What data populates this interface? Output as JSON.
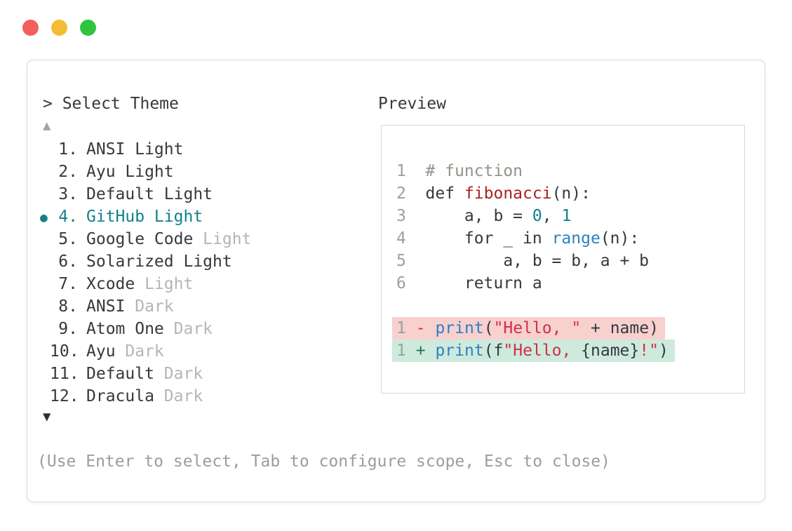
{
  "window": {
    "controls": [
      {
        "name": "close",
        "color": "#f1605b"
      },
      {
        "name": "minimize",
        "color": "#f5bc33"
      },
      {
        "name": "maximize",
        "color": "#30c33e"
      }
    ]
  },
  "picker": {
    "title": "> Select Theme",
    "scroll_up_indicator": "▲",
    "scroll_down_indicator": "▼",
    "selected_marker": "●",
    "items": [
      {
        "number": "1.",
        "label": "ANSI Light",
        "muted": "",
        "selected": false
      },
      {
        "number": "2.",
        "label": "Ayu Light",
        "muted": "",
        "selected": false
      },
      {
        "number": "3.",
        "label": "Default Light",
        "muted": "",
        "selected": false
      },
      {
        "number": "4.",
        "label": "GitHub Light",
        "muted": "",
        "selected": true
      },
      {
        "number": "5.",
        "label": "Google Code",
        "muted": "Light",
        "selected": false
      },
      {
        "number": "6.",
        "label": "Solarized Light",
        "muted": "",
        "selected": false
      },
      {
        "number": "7.",
        "label": "Xcode",
        "muted": "Light",
        "selected": false
      },
      {
        "number": "8.",
        "label": "ANSI",
        "muted": "Dark",
        "selected": false
      },
      {
        "number": "9.",
        "label": "Atom One",
        "muted": "Dark",
        "selected": false
      },
      {
        "number": "10.",
        "label": "Ayu",
        "muted": "Dark",
        "selected": false
      },
      {
        "number": "11.",
        "label": "Default",
        "muted": "Dark",
        "selected": false
      },
      {
        "number": "12.",
        "label": "Dracula",
        "muted": "Dark",
        "selected": false
      }
    ],
    "help_text": "(Use Enter to select, Tab to configure scope, Esc to close)"
  },
  "preview": {
    "label": "Preview",
    "code_lines": [
      {
        "bg": "",
        "tokens": [
          {
            "t": "1  ",
            "c": "ln"
          },
          {
            "t": "# function",
            "c": "cm"
          }
        ]
      },
      {
        "bg": "",
        "tokens": [
          {
            "t": "2  ",
            "c": "ln"
          },
          {
            "t": "def ",
            "c": "tx"
          },
          {
            "t": "fibonacci",
            "c": "fn"
          },
          {
            "t": "(n):",
            "c": "tx"
          }
        ]
      },
      {
        "bg": "",
        "tokens": [
          {
            "t": "3  ",
            "c": "ln"
          },
          {
            "t": "    a, b = ",
            "c": "tx"
          },
          {
            "t": "0",
            "c": "num"
          },
          {
            "t": ", ",
            "c": "tx"
          },
          {
            "t": "1",
            "c": "num"
          }
        ]
      },
      {
        "bg": "",
        "tokens": [
          {
            "t": "4  ",
            "c": "ln"
          },
          {
            "t": "    for _ in ",
            "c": "tx"
          },
          {
            "t": "range",
            "c": "call"
          },
          {
            "t": "(n):",
            "c": "tx"
          }
        ]
      },
      {
        "bg": "",
        "tokens": [
          {
            "t": "5  ",
            "c": "ln"
          },
          {
            "t": "        a, b = b, a + b",
            "c": "tx"
          }
        ]
      },
      {
        "bg": "",
        "tokens": [
          {
            "t": "6  ",
            "c": "ln"
          },
          {
            "t": "    return a",
            "c": "tx"
          }
        ]
      },
      {
        "bg": "",
        "tokens": []
      },
      {
        "bg": "del",
        "tokens": [
          {
            "t": "1",
            "c": "ln"
          },
          {
            "t": " ",
            "c": "tx"
          },
          {
            "t": "-",
            "c": "del"
          },
          {
            "t": " ",
            "c": "tx"
          },
          {
            "t": "print",
            "c": "call"
          },
          {
            "t": "(",
            "c": "tx"
          },
          {
            "t": "\"Hello, \"",
            "c": "str"
          },
          {
            "t": " + name)",
            "c": "tx"
          }
        ]
      },
      {
        "bg": "add",
        "tokens": [
          {
            "t": "1",
            "c": "ln"
          },
          {
            "t": " ",
            "c": "tx"
          },
          {
            "t": "+",
            "c": "add"
          },
          {
            "t": " ",
            "c": "tx"
          },
          {
            "t": "print",
            "c": "call"
          },
          {
            "t": "(f",
            "c": "tx"
          },
          {
            "t": "\"Hello, ",
            "c": "str"
          },
          {
            "t": "{name}",
            "c": "tx"
          },
          {
            "t": "!\"",
            "c": "str"
          },
          {
            "t": ")",
            "c": "tx"
          }
        ]
      }
    ]
  },
  "colors": {
    "accent_teal": "#12818c",
    "ink": "#34393e",
    "muted_text": "#b5b5b5",
    "help_text": "#9c9c9c",
    "diff_del_bg": "#f8d0ce",
    "diff_add_bg": "#cdeadd",
    "string_red": "#ce3148",
    "function_red": "#a7231f",
    "call_blue": "#2b82c0",
    "number_teal": "#0f818c",
    "comment_gray": "#8f958a"
  }
}
